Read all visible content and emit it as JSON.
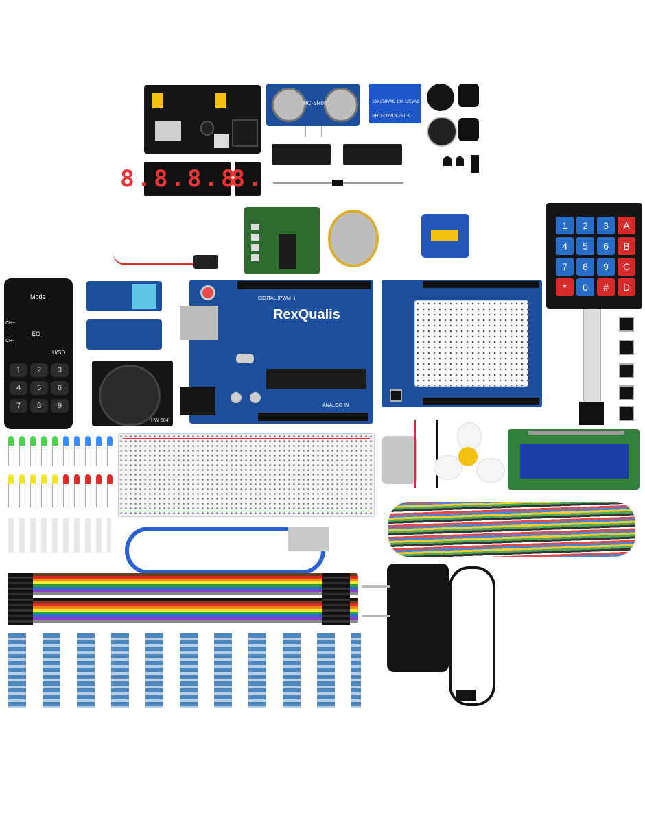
{
  "modules": {
    "ultrasonic_label": "HC-SR04",
    "relay_label": "SRD-05VDC-SL-C",
    "relay_text": "10A 250VAC 10A 125VAC",
    "seven_seg_4": "8.8.8.8.",
    "seven_seg_1": "8.",
    "main_board_logo": "RexQualis",
    "analog_label": "ANALOG IN",
    "digital_label": "DIGITAL (PWM~)",
    "remote_mode": "Mode",
    "remote_eq": "EQ",
    "remote_usd": "U/SD",
    "remote_ch_plus": "CH+",
    "remote_ch_minus": "CH-",
    "joystick_label": "HW-504"
  },
  "keypad": {
    "keys": [
      "1",
      "2",
      "3",
      "A",
      "4",
      "5",
      "6",
      "B",
      "7",
      "8",
      "9",
      "C",
      "*",
      "0",
      "#",
      "D"
    ]
  },
  "remote": {
    "numbers": [
      "1",
      "2",
      "3",
      "4",
      "5",
      "6",
      "7",
      "8",
      "9"
    ]
  },
  "colors": {
    "pcb_blue": "#1d4f9c",
    "keypad_blue": "#2a6dc9",
    "keypad_red": "#d62b2b",
    "led_green": "#4cd24c",
    "led_blue": "#3b8cff",
    "led_yellow": "#f2e62a",
    "led_red": "#e02a2a"
  }
}
